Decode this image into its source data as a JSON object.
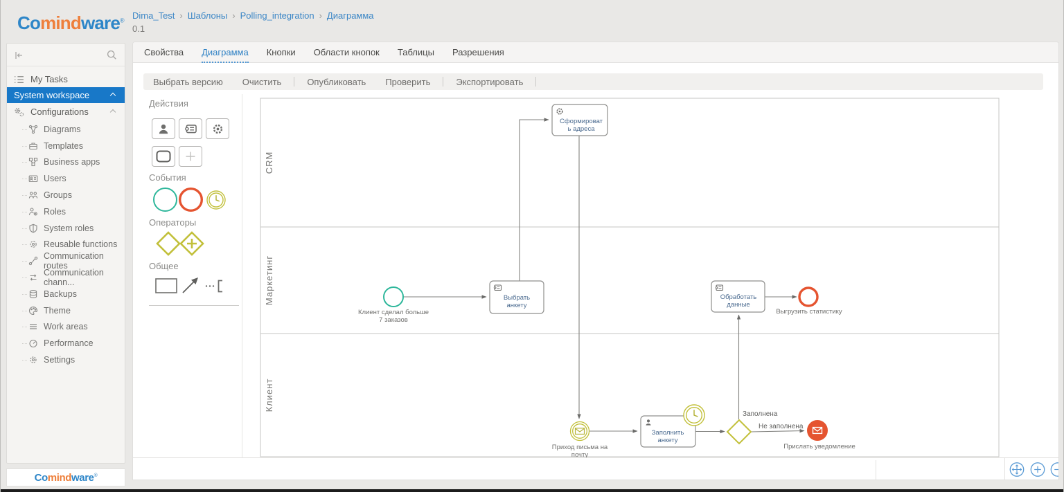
{
  "app": {
    "logo": {
      "co": "Co",
      "mind": "mind",
      "ware": "ware",
      "reg": "®"
    }
  },
  "header": {
    "breadcrumb": [
      "Dima_Test",
      "Шаблоны",
      "Polling_integration",
      "Диаграмма"
    ],
    "separator": "›",
    "version": "0.1"
  },
  "sidebar": {
    "my_tasks": "My Tasks",
    "workspace": "System workspace",
    "configurations": "Configurations",
    "items": [
      "Diagrams",
      "Templates",
      "Business apps",
      "Users",
      "Groups",
      "Roles",
      "System roles",
      "Reusable functions",
      "Communication routes",
      "Communication chann...",
      "Backups",
      "Theme",
      "Work areas",
      "Performance",
      "Settings"
    ]
  },
  "tabs": {
    "items": [
      "Свойства",
      "Диаграмма",
      "Кнопки",
      "Области кнопок",
      "Таблицы",
      "Разрешения"
    ],
    "active": "Диаграмма"
  },
  "toolbar": {
    "buttons": [
      "Выбрать версию",
      "Очистить",
      "Опубликовать",
      "Проверить",
      "Экспортировать"
    ]
  },
  "palette": {
    "actions_title": "Действия",
    "events_title": "События",
    "operators_title": "Операторы",
    "general_title": "Общее"
  },
  "diagram": {
    "lanes": [
      "CRM",
      "Маркетинг",
      "Клиент"
    ],
    "task_form_addresses": {
      "line1": "Сформироват",
      "line2": "ь адреса"
    },
    "task_choose_form": {
      "line1": "Выбрать",
      "line2": "анкету"
    },
    "task_process_data": {
      "line1": "Обработать",
      "line2": "данные"
    },
    "task_fill_form": {
      "line1": "Заполнить",
      "line2": "анкету"
    },
    "start_event": {
      "line1": "Клиент сделал больше",
      "line2": "7 заказов"
    },
    "end_event_stats": "Выгрузить статистику",
    "msg_event": {
      "line1": "Приход письма на",
      "line2": "почту"
    },
    "branch_filled": "Заполнена",
    "branch_not_filled": "Не заполнена",
    "end_event_notify": "Прислать уведомление"
  },
  "icons": {
    "collapse-left-icon": "bar+left-arrow shape",
    "search-icon": "magnifier shape",
    "tasks-list-icon": "list lines",
    "configurations-icon": "gears",
    "user-task-icon": "person silhouette",
    "script-task-icon": "scroll",
    "service-task-icon": "gear",
    "start-event-icon": "teal circle",
    "end-event-icon": "red circle",
    "timer-event-icon": "yellow double circle with clock",
    "gateway-icon": "yellow diamond",
    "message-event-icon": "envelope in circle",
    "pan-icon": "circle with 4 arrows",
    "zoom-in-icon": "circle plus",
    "zoom-out-icon": "circle minus"
  },
  "colors": {
    "accent_blue": "#2e81c4",
    "selected_item_bg": "#1878c8",
    "link_blue": "#3b86c6",
    "event_start": "#2eb79b",
    "event_end": "#e55430",
    "event_intermediate": "#c2c03a"
  }
}
